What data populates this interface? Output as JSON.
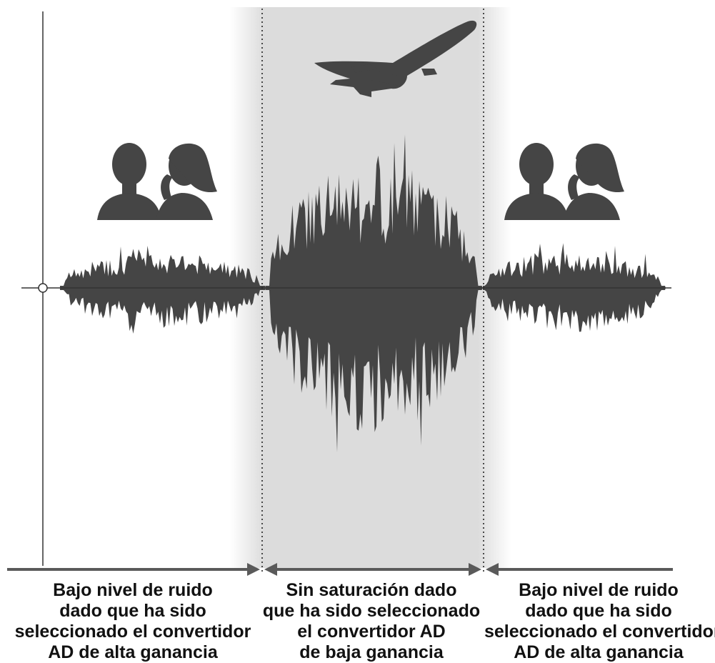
{
  "colors": {
    "wave": "#454545",
    "axis": "#333333",
    "highlight": "#dcdcdc",
    "arrow": "#5a5a5a",
    "text": "#111111"
  },
  "icons": {
    "left_people": "whispering-people-icon",
    "airplane": "airplane-icon",
    "right_people": "whispering-people-icon"
  },
  "captions": {
    "left": [
      "Bajo nivel de ruido",
      "dado que ha sido",
      "seleccionado el convertidor",
      "AD de alta ganancia"
    ],
    "middle": [
      "Sin saturación dado",
      "que ha sido seleccionado",
      "el convertidor AD",
      "de baja ganancia"
    ],
    "right": [
      "Bajo nivel de ruido",
      "dado que ha sido",
      "seleccionado el convertidor",
      "AD de alta ganancia"
    ]
  }
}
